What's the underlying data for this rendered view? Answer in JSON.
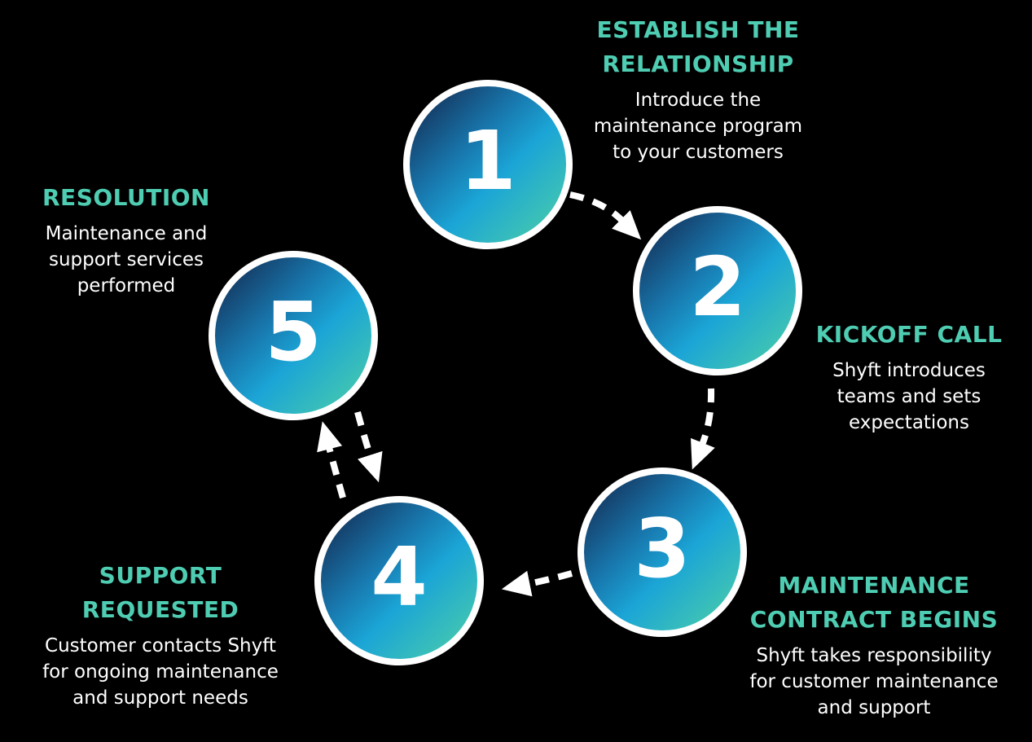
{
  "diagram": {
    "colors": {
      "background": "#000000",
      "accent_teal": "#4ecdb2",
      "text_white": "#ffffff",
      "circle_ring": "#ffffff",
      "circle_gradient_start": "#14335c",
      "circle_gradient_mid": "#1ba5d6",
      "circle_gradient_end": "#4fd1a5",
      "arrow": "#ffffff"
    },
    "steps": [
      {
        "number": "1",
        "title_lines": [
          "ESTABLISH THE",
          "RELATIONSHIP"
        ],
        "desc_lines": [
          "Introduce the",
          "maintenance program",
          "to your customers"
        ]
      },
      {
        "number": "2",
        "title_lines": [
          "KICKOFF CALL"
        ],
        "desc_lines": [
          "Shyft introduces",
          "teams and sets",
          "expectations"
        ]
      },
      {
        "number": "3",
        "title_lines": [
          "MAINTENANCE",
          "CONTRACT BEGINS"
        ],
        "desc_lines": [
          "Shyft takes responsibility",
          "for customer maintenance",
          "and support"
        ]
      },
      {
        "number": "4",
        "title_lines": [
          "SUPPORT",
          "REQUESTED"
        ],
        "desc_lines": [
          "Customer contacts Shyft",
          "for ongoing maintenance",
          "and support needs"
        ]
      },
      {
        "number": "5",
        "title_lines": [
          "RESOLUTION"
        ],
        "desc_lines": [
          "Maintenance and",
          "support services",
          "performed"
        ]
      }
    ],
    "flow_arrows": [
      {
        "from": "1",
        "to": "2"
      },
      {
        "from": "2",
        "to": "3"
      },
      {
        "from": "3",
        "to": "4"
      },
      {
        "from": "4",
        "to": "5"
      },
      {
        "from": "5",
        "to": "4"
      }
    ]
  }
}
